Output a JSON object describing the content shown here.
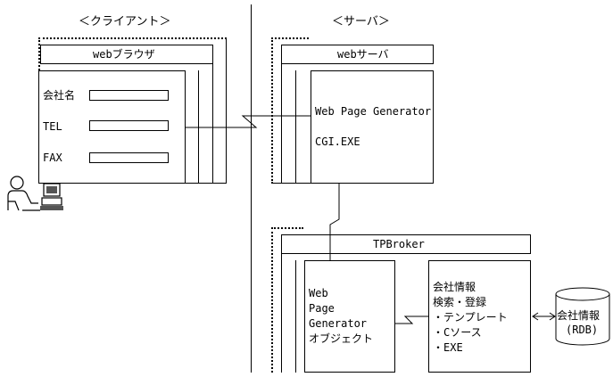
{
  "client": {
    "heading": "＜クライアント＞",
    "browser_title": "webブラウザ",
    "form": {
      "company_label": "会社名",
      "tel_label": "TEL",
      "fax_label": "FAX"
    },
    "user_icon": "user-at-computer-icon"
  },
  "server": {
    "heading": "＜サーバ＞",
    "web_server_title": "webサーバ",
    "generator": {
      "line1": "Web Page Generator",
      "line2": "CGI.EXE"
    },
    "tpbroker": {
      "title": "TPBroker",
      "object": {
        "line1": "Web",
        "line2": "Page",
        "line3": "Generator",
        "line4": "オブジェクト"
      },
      "company_info": {
        "line1": "会社情報",
        "line2": "検索・登録",
        "line3": "・テンプレート",
        "line4": "・Cソース",
        "line5": "・EXE"
      }
    }
  },
  "database": {
    "line1": "会社情報",
    "line2": "(RDB)",
    "icon": "database-cylinder-icon"
  }
}
